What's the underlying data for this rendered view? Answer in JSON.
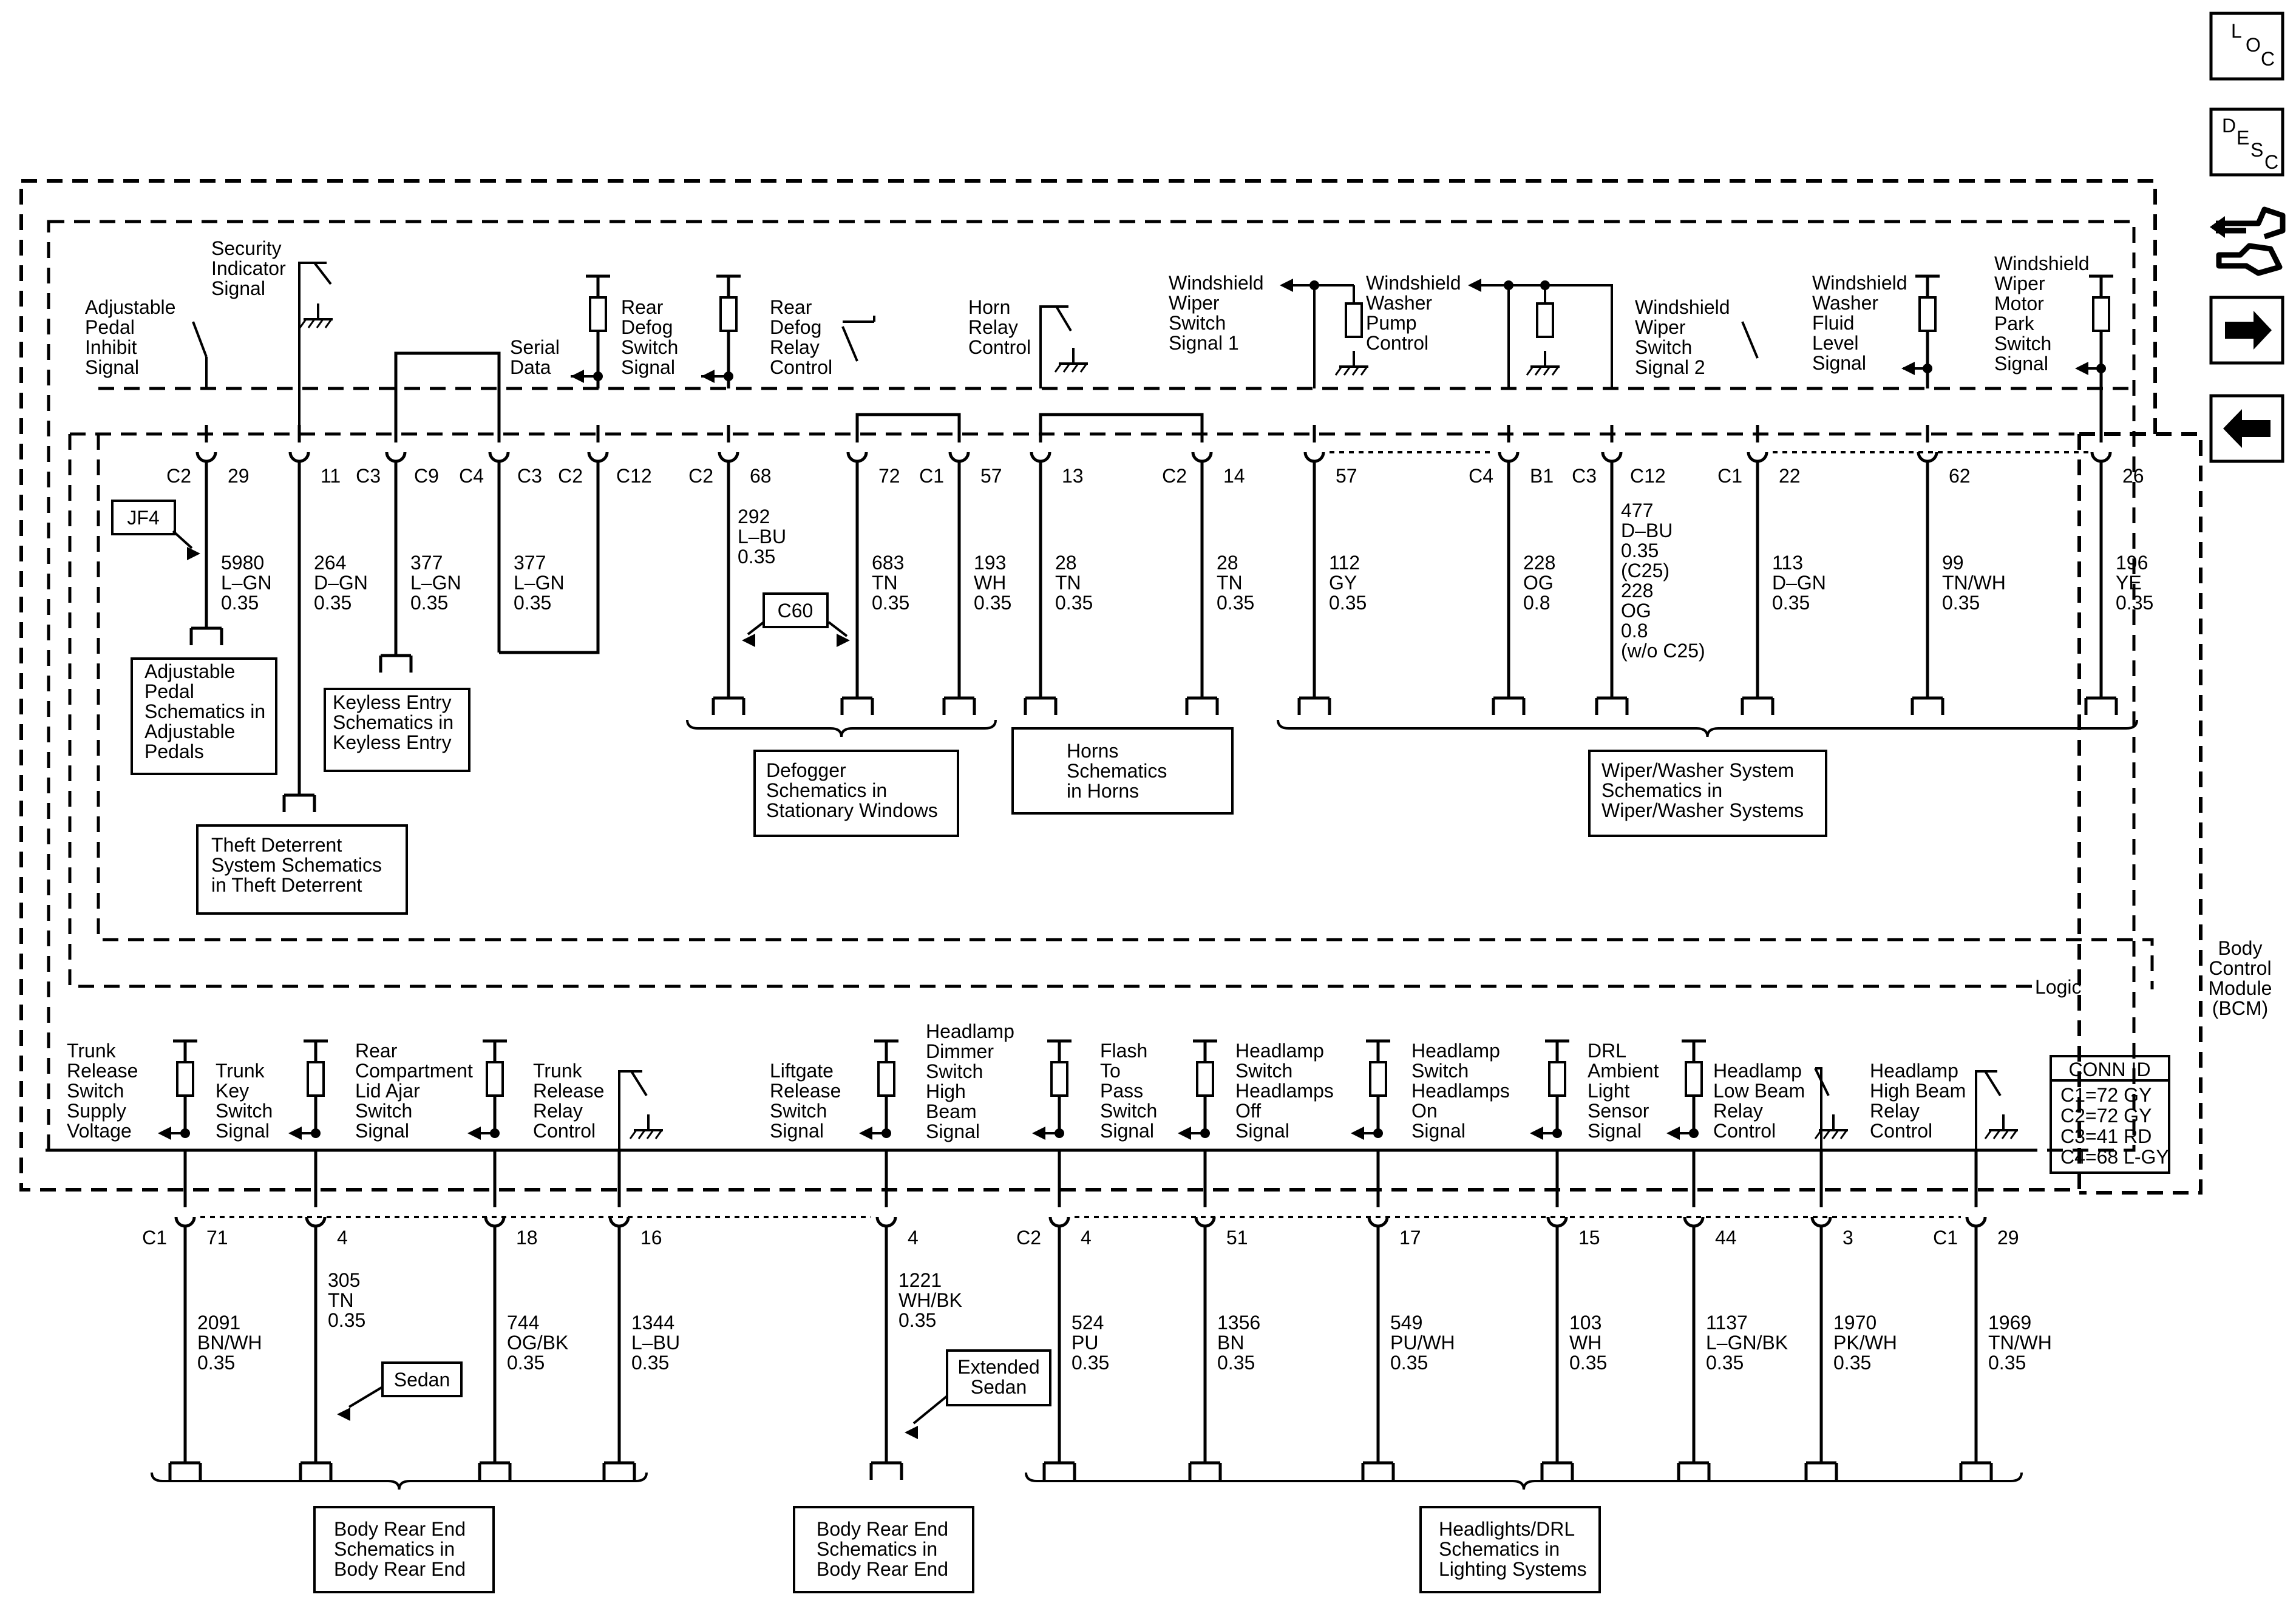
{
  "nav": {
    "loc": [
      "L",
      "O",
      "C"
    ],
    "desc": [
      "D",
      "E",
      "S",
      "C"
    ],
    "connector_icon": "connector-end-view-icon",
    "next_icon": "arrow-right-icon",
    "prev_icon": "arrow-left-icon"
  },
  "module": {
    "name": [
      "Body",
      "Control",
      "Module",
      "(BCM)"
    ],
    "logic": "Logic",
    "conn_id": {
      "title": "CONN ID",
      "rows": [
        "C1=72 GY",
        "C2=72 GY",
        "C3=41 RD",
        "C4=68 L-GY"
      ]
    }
  },
  "top": {
    "pins": [
      {
        "key": "p29",
        "conn": "C2",
        "pin": "29",
        "circuit": [
          "5980",
          "L–GN",
          "0.35"
        ],
        "label": [
          "Adjustable",
          "Pedal",
          "Inhibit",
          "Signal"
        ]
      },
      {
        "key": "p11",
        "pin": "11",
        "circuit": [
          "264",
          "D–GN",
          "0.35"
        ],
        "label": [
          "Security",
          "Indicator",
          "Signal"
        ]
      },
      {
        "key": "c3c9",
        "conn": "C3",
        "pin": "C9",
        "circuit": [
          "377",
          "L–GN",
          "0.35"
        ]
      },
      {
        "key": "c4c3",
        "conn": "C4",
        "pin": "C3",
        "circuit": [
          "377",
          "L–GN",
          "0.35"
        ],
        "label": [
          "Serial",
          "Data"
        ]
      },
      {
        "key": "c2c12",
        "conn": "C2",
        "pin": "C12",
        "label": [
          "Rear",
          "Defog",
          "Switch",
          "Signal"
        ]
      },
      {
        "key": "p68",
        "conn": "C2",
        "pin": "68",
        "circuit": [
          "292",
          "L–BU",
          "0.35"
        ]
      },
      {
        "key": "p72",
        "pin": "72",
        "circuit": [
          "683",
          "TN",
          "0.35"
        ],
        "label": [
          "Rear",
          "Defog",
          "Relay",
          "Control"
        ]
      },
      {
        "key": "p57a",
        "conn": "C1",
        "pin": "57",
        "circuit": [
          "193",
          "WH",
          "0.35"
        ]
      },
      {
        "key": "p13",
        "pin": "13",
        "circuit": [
          "28",
          "TN",
          "0.35"
        ],
        "label": [
          "Horn",
          "Relay",
          "Control"
        ]
      },
      {
        "key": "p14",
        "conn": "C2",
        "pin": "14",
        "circuit": [
          "28",
          "TN",
          "0.35"
        ]
      },
      {
        "key": "p57b",
        "pin": "57",
        "circuit": [
          "112",
          "GY",
          "0.35"
        ],
        "label": [
          "Windshield",
          "Wiper",
          "Switch",
          "Signal 1"
        ]
      },
      {
        "key": "c4b1",
        "conn": "C4",
        "pin": "B1",
        "circuit": [
          "228",
          "OG",
          "0.8"
        ],
        "label": [
          "Windshield",
          "Washer",
          "Pump",
          "Control"
        ]
      },
      {
        "key": "c3c12",
        "conn": "C3",
        "pin": "C12",
        "circuit": [
          "477",
          "D–BU",
          "0.35",
          "(C25)",
          "228",
          "OG",
          "0.8",
          "(w/o C25)"
        ],
        "label": [
          "Windshield",
          "Wiper",
          "Switch",
          "Signal 2"
        ]
      },
      {
        "key": "p22",
        "conn": "C1",
        "pin": "22",
        "circuit": [
          "113",
          "D–GN",
          "0.35"
        ]
      },
      {
        "key": "p62",
        "pin": "62",
        "circuit": [
          "99",
          "TN/WH",
          "0.35"
        ],
        "label": [
          "Windshield",
          "Washer",
          "Fluid",
          "Level",
          "Signal"
        ]
      },
      {
        "key": "p26",
        "pin": "26",
        "circuit": [
          "196",
          "YE",
          "0.35"
        ],
        "label": [
          "Windshield",
          "Wiper",
          "Motor",
          "Park",
          "Switch",
          "Signal"
        ]
      }
    ],
    "refs": {
      "jf4": "JF4",
      "c60": "C60",
      "adjustable_pedal": [
        "Adjustable",
        "Pedal",
        "Schematics in",
        "Adjustable",
        "Pedals"
      ],
      "keyless_entry": [
        "Keyless Entry",
        "Schematics in",
        "Keyless Entry"
      ],
      "theft_deterrent": [
        "Theft Deterrent",
        "System Schematics",
        "in Theft Deterrent"
      ],
      "defogger": [
        "Defogger",
        "Schematics in",
        "Stationary Windows"
      ],
      "horns": [
        "Horns",
        "Schematics",
        "in Horns"
      ],
      "wiper": [
        "Wiper/Washer System",
        "Schematics in",
        "Wiper/Washer Systems"
      ]
    }
  },
  "bottom": {
    "pins": [
      {
        "key": "b71",
        "conn": "C1",
        "pin": "71",
        "circuit": [
          "2091",
          "BN/WH",
          "0.35"
        ],
        "label": [
          "Trunk",
          "Release",
          "Switch",
          "Supply",
          "Voltage"
        ]
      },
      {
        "key": "b4a",
        "pin": "4",
        "circuit": [
          "305",
          "TN",
          "0.35"
        ],
        "label": [
          "Trunk",
          "Key",
          "Switch",
          "Signal"
        ]
      },
      {
        "key": "b18",
        "pin": "18",
        "circuit": [
          "744",
          "OG/BK",
          "0.35"
        ],
        "label": [
          "Rear",
          "Compartment",
          "Lid Ajar",
          "Switch",
          "Signal"
        ]
      },
      {
        "key": "b16",
        "pin": "16",
        "circuit": [
          "1344",
          "L–BU",
          "0.35"
        ],
        "label": [
          "Trunk",
          "Release",
          "Relay",
          "Control"
        ]
      },
      {
        "key": "b4b",
        "pin": "4",
        "circuit": [
          "1221",
          "WH/BK",
          "0.35"
        ],
        "label": [
          "Liftgate",
          "Release",
          "Switch",
          "Signal"
        ]
      },
      {
        "key": "b4c",
        "conn": "C2",
        "pin": "4",
        "circuit": [
          "524",
          "PU",
          "0.35"
        ],
        "label": [
          "Headlamp",
          "Dimmer",
          "Switch",
          "High",
          "Beam",
          "Signal"
        ]
      },
      {
        "key": "b51",
        "pin": "51",
        "circuit": [
          "1356",
          "BN",
          "0.35"
        ],
        "label": [
          "Flash",
          "To",
          "Pass",
          "Switch",
          "Signal"
        ]
      },
      {
        "key": "b17",
        "pin": "17",
        "circuit": [
          "549",
          "PU/WH",
          "0.35"
        ],
        "label": [
          "Headlamp",
          "Switch",
          "Headlamps",
          "Off",
          "Signal"
        ]
      },
      {
        "key": "b15",
        "pin": "15",
        "circuit": [
          "103",
          "WH",
          "0.35"
        ],
        "label": [
          "Headlamp",
          "Switch",
          "Headlamps",
          "On",
          "Signal"
        ]
      },
      {
        "key": "b44",
        "pin": "44",
        "circuit": [
          "1137",
          "L–GN/BK",
          "0.35"
        ],
        "label": [
          "DRL",
          "Ambient",
          "Light",
          "Sensor",
          "Signal"
        ]
      },
      {
        "key": "b3",
        "pin": "3",
        "circuit": [
          "1970",
          "PK/WH",
          "0.35"
        ],
        "label": [
          "Headlamp",
          "Low Beam",
          "Relay",
          "Control"
        ]
      },
      {
        "key": "b29",
        "conn": "C1",
        "pin": "29",
        "circuit": [
          "1969",
          "TN/WH",
          "0.35"
        ],
        "label": [
          "Headlamp",
          "High Beam",
          "Relay",
          "Control"
        ]
      }
    ],
    "refs": {
      "sedan": "Sedan",
      "extended_sedan": [
        "Extended",
        "Sedan"
      ],
      "body_rear_end_1": [
        "Body Rear End",
        "Schematics in",
        "Body Rear End"
      ],
      "body_rear_end_2": [
        "Body Rear End",
        "Schematics in",
        "Body Rear End"
      ],
      "headlights": [
        "Headlights/DRL",
        "Schematics in",
        "Lighting Systems"
      ]
    }
  }
}
